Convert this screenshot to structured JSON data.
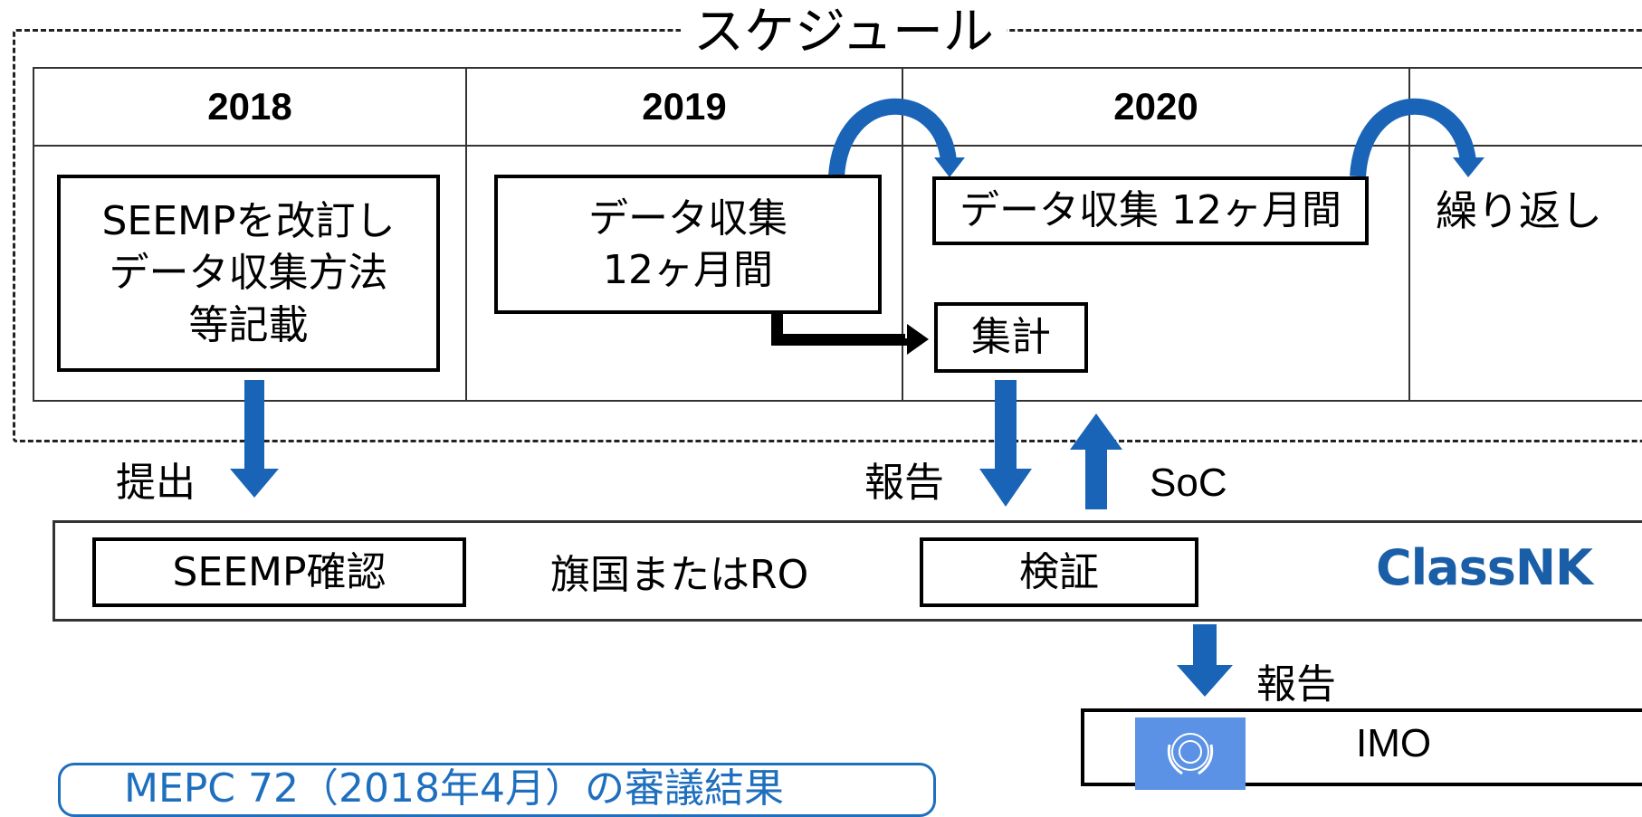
{
  "schedule_title": "スケジュール",
  "years": [
    "2018",
    "2019",
    "2020"
  ],
  "boxes": {
    "seemp_revise": "SEEMPを改訂し\nデータ収集方法\n等記載",
    "data_collection_2019": "データ収集\n12ヶ月間",
    "data_collection_2020": "データ収集 12ヶ月間",
    "repeat": "繰り返し",
    "aggregate": "集計",
    "seemp_confirm": "SEEMP確認",
    "verify": "検証",
    "imo": "IMO"
  },
  "labels": {
    "submit": "提出",
    "report_1": "報告",
    "soc": "SoC",
    "flag_or_ro": "旗国またはRO",
    "report_2": "報告"
  },
  "logo": {
    "text": "ClassNK",
    "color": "#1a5ea8"
  },
  "note": {
    "text": "MEPC 72（2018年4月）の審議結果"
  },
  "colors": {
    "arrow_blue": "#1a64b8",
    "arrow_black": "#000000",
    "imo_flag": "#5b92e5"
  }
}
